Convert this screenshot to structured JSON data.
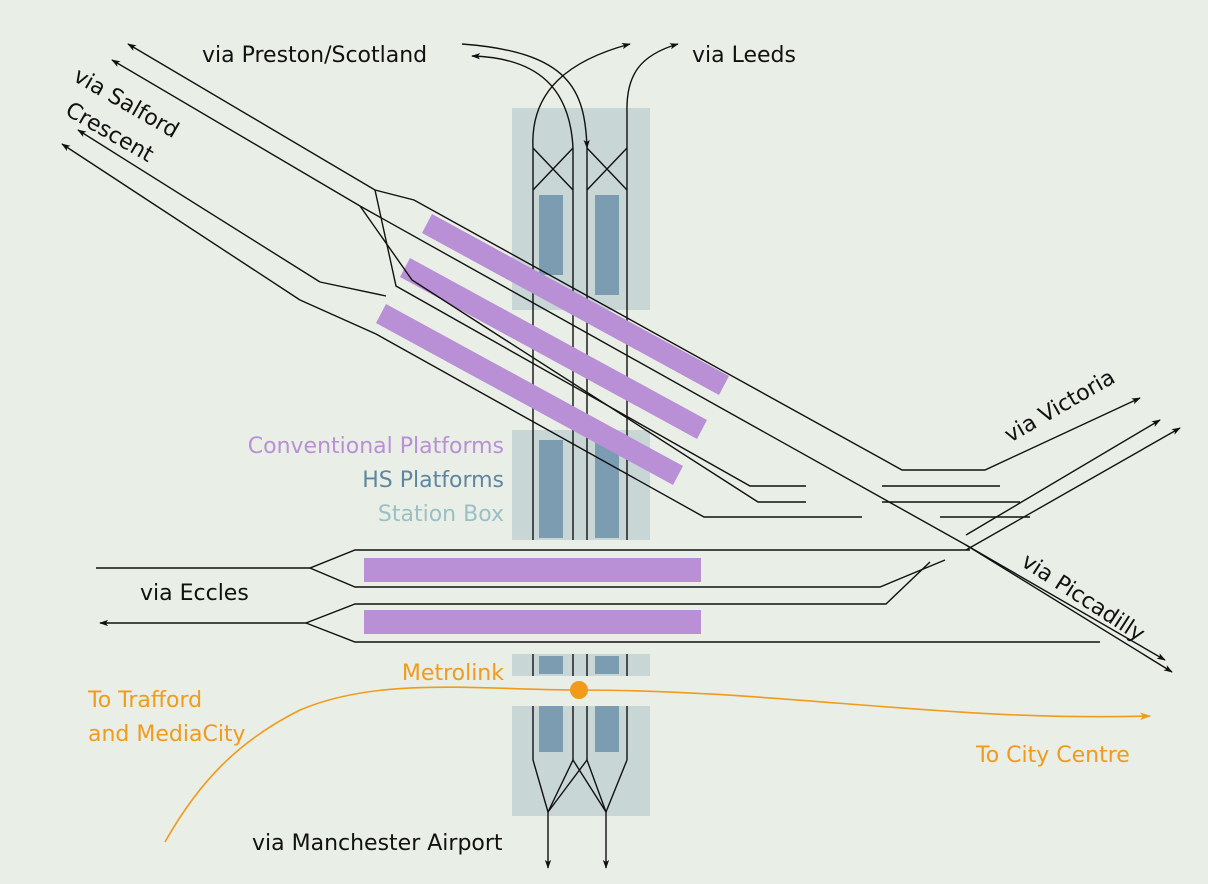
{
  "colors": {
    "background": "#e9efe7",
    "conventional_platform": "#b98fd6",
    "hs_platform": "#7b9cb1",
    "station_box": "#c9d6d6",
    "metrolink": "#f29a1b",
    "track": "#111111",
    "legend_station_box_text": "#9bbfc3"
  },
  "labels": {
    "preston": "via Preston/Scotland",
    "leeds": "via Leeds",
    "salford_line1": "via Salford",
    "salford_line2": "Crescent",
    "victoria": "via Victoria",
    "piccadilly": "via Piccadilly",
    "eccles": "via Eccles",
    "airport": "via Manchester Airport",
    "trafford_line1": "To Trafford",
    "trafford_line2": "and MediaCity",
    "city_centre": "To City Centre",
    "metrolink": "Metrolink"
  },
  "legend": {
    "conventional": "Conventional Platforms",
    "hs": "HS Platforms",
    "box": "Station Box"
  }
}
